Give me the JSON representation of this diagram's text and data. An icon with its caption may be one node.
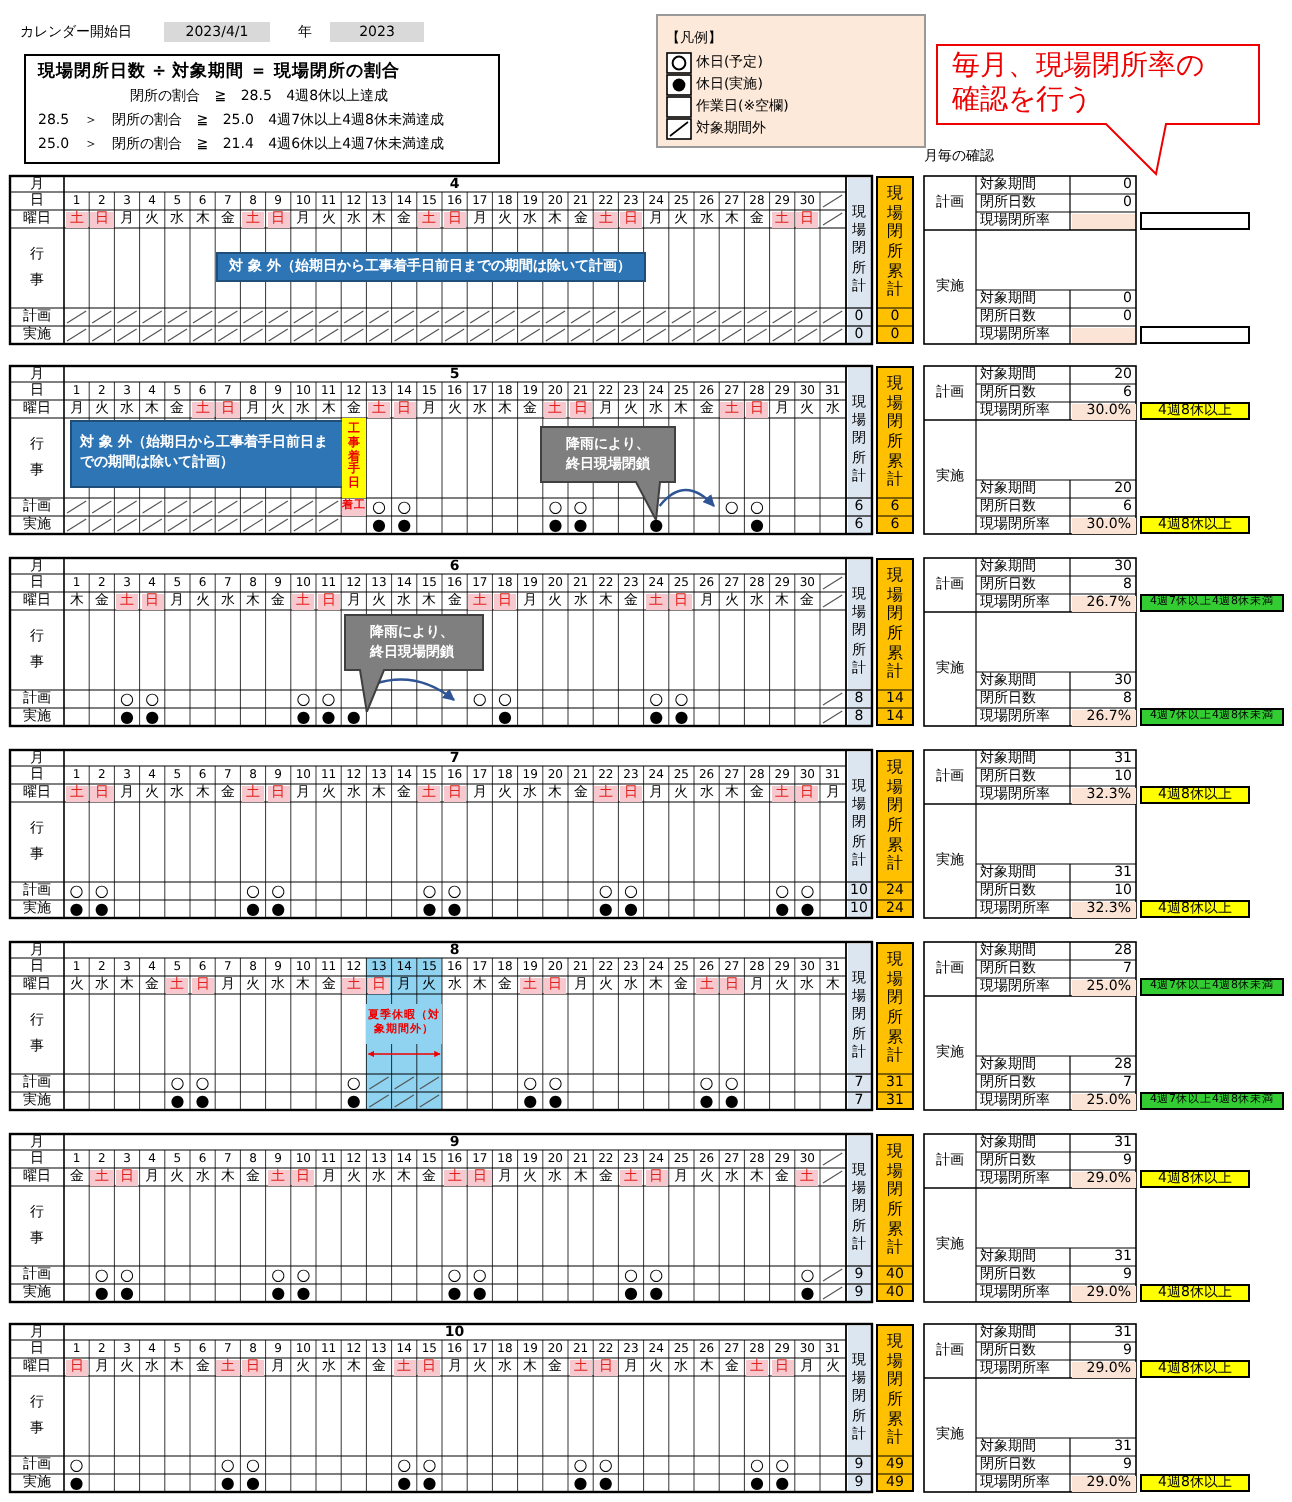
{
  "diagram": {
    "nodes": [
      {
        "text": [
          "現場閉所日数 ÷ 対象期間 ＝ 現場閉所の割合",
          "閉所の割合 ≧ 28.5 4週8休以上達成",
          "28.5 ＞ 閉所の割合 ≧ 25.0 4週7休以上4週8休未満達成",
          "25.0 ＞ 閉所の割合 ≧ 21.4 4週6休以上4週7休未満達成"
        ]
      },
      {
        "text": [
          "毎月、現場閉所率の確認を行う"
        ]
      },
      {
        "text": [
          "対 象 外（始期日から工事着手日前日までの期間は除いて計画）"
        ]
      },
      {
        "text": [
          "対 象 外（始期日から工事着手日前日までの期間は除いて計画）"
        ]
      },
      {
        "text": [
          "工事着手日"
        ]
      },
      {
        "text": [
          "降雨により、終日現場閉鎖"
        ]
      },
      {
        "text": [
          "降雨により、終日現場閉鎖"
        ]
      },
      {
        "text": [
          "夏季休暇（対象期間外）"
        ]
      }
    ],
    "labels": [
      "カレンダー開始日",
      "2023/4/1",
      "年",
      "2023",
      "【凡例】",
      "月毎の確認",
      "月",
      "4",
      "日",
      "1",
      "2",
      "3",
      "4",
      "5",
      "6",
      "7",
      "8",
      "9",
      "10",
      "11",
      "12",
      "13",
      "14",
      "15",
      "16",
      "17",
      "18",
      "19",
      "20",
      "21",
      "22",
      "23",
      "24",
      "25",
      "26",
      "27",
      "28",
      "29",
      "30",
      "曜日",
      "土",
      "日",
      "月",
      "火",
      "水",
      "木",
      "金",
      "土",
      "日",
      "月",
      "火",
      "水",
      "木",
      "金",
      "土",
      "日",
      "月",
      "火",
      "水",
      "木",
      "金",
      "土",
      "日",
      "月",
      "火",
      "水",
      "木",
      "金",
      "土",
      "日",
      "行事",
      "計画",
      "実施",
      "現場閉所計",
      "0",
      "0",
      "現場閉所累計",
      "0",
      "0",
      "計画",
      "対象期間",
      "0",
      "閉所日数",
      "0",
      "現場閉所率",
      "実施",
      "対象期間",
      "0",
      "閉所日数",
      "0",
      "現場閉所率",
      "月",
      "5",
      "日",
      "1",
      "2",
      "3",
      "4",
      "5",
      "6",
      "7",
      "8",
      "9",
      "10",
      "11",
      "12",
      "13",
      "14",
      "15",
      "16",
      "17",
      "18",
      "19",
      "20",
      "21",
      "22",
      "23",
      "24",
      "25",
      "26",
      "27",
      "28",
      "29",
      "30",
      "31",
      "曜日",
      "月",
      "火",
      "水",
      "木",
      "金",
      "土",
      "日",
      "月",
      "火",
      "水",
      "木",
      "金",
      "土",
      "日",
      "月",
      "火",
      "水",
      "木",
      "金",
      "土",
      "日",
      "月",
      "火",
      "水",
      "木",
      "金",
      "土",
      "日",
      "月",
      "火",
      "水",
      "行事",
      "計画",
      "着工",
      "○",
      "○",
      "○",
      "○",
      "○",
      "○",
      "実施",
      "●",
      "●",
      "●",
      "●",
      "●",
      "●",
      "現場閉所計",
      "6",
      "6",
      "現場閉所累計",
      "6",
      "6",
      "計画",
      "対象期間",
      "20",
      "閉所日数",
      "6",
      "現場閉所率",
      "30.0%",
      "4週8休以上",
      "実施",
      "対象期間",
      "20",
      "閉所日数",
      "6",
      "現場閉所率",
      "30.0%",
      "4週8休以上",
      "月",
      "6",
      "日",
      "1",
      "2",
      "3",
      "4",
      "5",
      "6",
      "7",
      "8",
      "9",
      "10",
      "11",
      "12",
      "13",
      "14",
      "15",
      "16",
      "17",
      "18",
      "19",
      "20",
      "21",
      "22",
      "23",
      "24",
      "25",
      "26",
      "27",
      "28",
      "29",
      "30",
      "曜日",
      "木",
      "金",
      "土",
      "日",
      "月",
      "火",
      "水",
      "木",
      "金",
      "土",
      "日",
      "月",
      "火",
      "水",
      "木",
      "金",
      "土",
      "日",
      "月",
      "火",
      "水",
      "木",
      "金",
      "土",
      "日",
      "月",
      "火",
      "水",
      "木",
      "金",
      "行事",
      "計画",
      "○",
      "○",
      "○",
      "○",
      "○",
      "○",
      "○",
      "○",
      "実施",
      "●",
      "●",
      "●",
      "●",
      "●",
      "●",
      "●",
      "●",
      "現場閉所計",
      "8",
      "8",
      "現場閉所累計",
      "14",
      "14",
      "計画",
      "対象期間",
      "30",
      "閉所日数",
      "8",
      "現場閉所率",
      "26.7%",
      "4週7休以上4週8休未満",
      "実施",
      "対象期間",
      "30",
      "閉所日数",
      "8",
      "現場閉所率",
      "26.7%",
      "4週7休以上4週8休未満",
      "月",
      "7",
      "日",
      "1",
      "2",
      "3",
      "4",
      "5",
      "6",
      "7",
      "8",
      "9",
      "10",
      "11",
      "12",
      "13",
      "14",
      "15",
      "16",
      "17",
      "18",
      "19",
      "20",
      "21",
      "22",
      "23",
      "24",
      "25",
      "26",
      "27",
      "28",
      "29",
      "30",
      "31",
      "曜日",
      "土",
      "日",
      "月",
      "火",
      "水",
      "木",
      "金",
      "土",
      "日",
      "月",
      "火",
      "水",
      "木",
      "金",
      "土",
      "日",
      "月",
      "火",
      "水",
      "木",
      "金",
      "土",
      "日",
      "月",
      "火",
      "水",
      "木",
      "金",
      "土",
      "日",
      "月",
      "行事",
      "計画",
      "○",
      "○",
      "○",
      "○",
      "○",
      "○",
      "○",
      "○",
      "○",
      "○",
      "実施",
      "●",
      "●",
      "●",
      "●",
      "●",
      "●",
      "●",
      "●",
      "●",
      "●",
      "現場閉所計",
      "10",
      "10",
      "現場閉所累計",
      "24",
      "24",
      "計画",
      "対象期間",
      "31",
      "閉所日数",
      "10",
      "現場閉所率",
      "32.3%",
      "4週8休以上",
      "実施",
      "対象期間",
      "31",
      "閉所日数",
      "10",
      "現場閉所率",
      "32.3%",
      "4週8休以上",
      "月",
      "8",
      "日",
      "1",
      "2",
      "3",
      "4",
      "5",
      "6",
      "7",
      "8",
      "9",
      "10",
      "11",
      "12",
      "13",
      "14",
      "15",
      "16",
      "17",
      "18",
      "19",
      "20",
      "21",
      "22",
      "23",
      "24",
      "25",
      "26",
      "27",
      "28",
      "29",
      "30",
      "31",
      "曜日",
      "火",
      "水",
      "木",
      "金",
      "土",
      "日",
      "月",
      "火",
      "水",
      "木",
      "金",
      "土",
      "日",
      "月",
      "火",
      "水",
      "木",
      "金",
      "土",
      "日",
      "月",
      "火",
      "水",
      "木",
      "金",
      "土",
      "日",
      "月",
      "火",
      "水",
      "木",
      "行事",
      "計画",
      "○",
      "○",
      "○",
      "○",
      "○",
      "○",
      "○",
      "実施",
      "●",
      "●",
      "●",
      "●",
      "●",
      "●",
      "●",
      "現場閉所計",
      "7",
      "7",
      "現場閉所累計",
      "31",
      "31",
      "計画",
      "対象期間",
      "28",
      "閉所日数",
      "7",
      "現場閉所率",
      "25.0%",
      "4週7休以上4週8休未満",
      "実施",
      "対象期間",
      "28",
      "閉所日数",
      "7",
      "現場閉所率",
      "25.0%",
      "4週7休以上4週8休未満",
      "月",
      "9",
      "日",
      "1",
      "2",
      "3",
      "4",
      "5",
      "6",
      "7",
      "8",
      "9",
      "10",
      "11",
      "12",
      "13",
      "14",
      "15",
      "16",
      "17",
      "18",
      "19",
      "20",
      "21",
      "22",
      "23",
      "24",
      "25",
      "26",
      "27",
      "28",
      "29",
      "30",
      "曜日",
      "金",
      "土",
      "日",
      "月",
      "火",
      "水",
      "木",
      "金",
      "土",
      "日",
      "月",
      "火",
      "水",
      "木",
      "金",
      "土",
      "日",
      "月",
      "火",
      "水",
      "木",
      "金",
      "土",
      "日",
      "月",
      "火",
      "水",
      "木",
      "金",
      "土",
      "行事",
      "計画",
      "○",
      "○",
      "○",
      "○",
      "○",
      "○",
      "○",
      "○",
      "○",
      "実施",
      "●",
      "●",
      "●",
      "●",
      "●",
      "●",
      "●",
      "●",
      "●",
      "現場閉所計",
      "9",
      "9",
      "現場閉所累計",
      "40",
      "40",
      "計画",
      "対象期間",
      "31",
      "閉所日数",
      "9",
      "現場閉所率",
      "29.0%",
      "4週8休以上",
      "実施",
      "対象期間",
      "31",
      "閉所日数",
      "9",
      "現場閉所率",
      "29.0%",
      "4週8休以上",
      "月",
      "10",
      "日",
      "1",
      "2",
      "3",
      "4",
      "5",
      "6",
      "7",
      "8",
      "9",
      "10",
      "11",
      "12",
      "13",
      "14",
      "15",
      "16",
      "17",
      "18",
      "19",
      "20",
      "21",
      "22",
      "23",
      "24",
      "25",
      "26",
      "27",
      "28",
      "29",
      "30",
      "31",
      "曜日",
      "日",
      "月",
      "火",
      "水",
      "木",
      "金",
      "土",
      "日",
      "月",
      "火",
      "水",
      "木",
      "金",
      "土",
      "日",
      "月",
      "火",
      "水",
      "木",
      "金",
      "土",
      "日",
      "月",
      "火",
      "水",
      "木",
      "金",
      "土",
      "日",
      "月",
      "火",
      "行事",
      "計画",
      "○",
      "○",
      "○",
      "○",
      "○",
      "○",
      "○",
      "○",
      "○",
      "実施",
      "●",
      "●",
      "●",
      "●",
      "●",
      "●",
      "●",
      "●",
      "●",
      "現場閉所計",
      "9",
      "9",
      "現場閉所累計",
      "49",
      "49",
      "計画",
      "対象期間",
      "31",
      "閉所日数",
      "9",
      "現場閉所率",
      "29.0%",
      "4週8休以上",
      "実施",
      "対象期間",
      "31",
      "閉所日数",
      "9",
      "現場閉所率",
      "29.0%",
      "4週8休以上"
    ],
    "legend": [
      {
        "text": "休日(予定)"
      },
      {
        "text": "休日(実施)"
      },
      {
        "text": "作業日(※空欄)"
      },
      {
        "text": "対象期間外"
      }
    ]
  }
}
